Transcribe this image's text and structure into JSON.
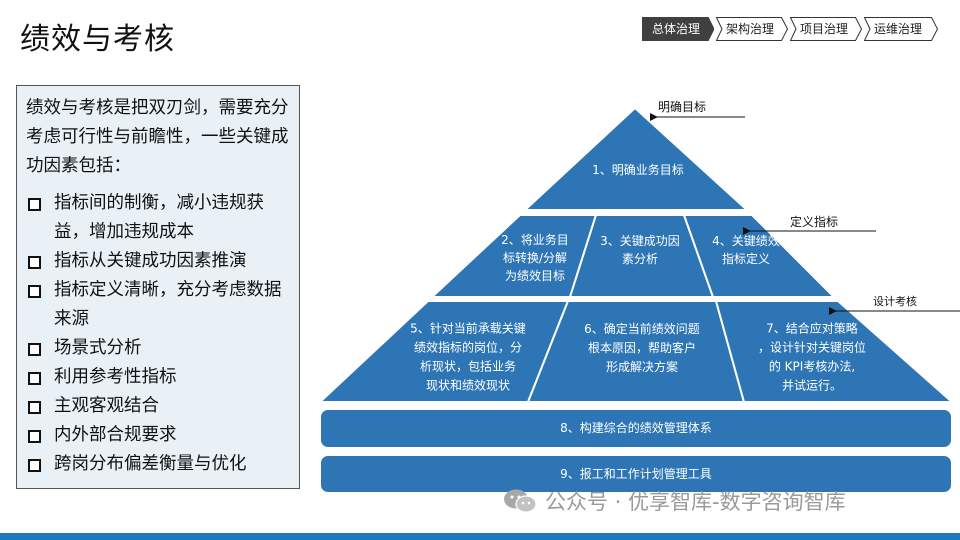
{
  "page": {
    "title": "绩效与考核"
  },
  "nav": {
    "tabs": [
      {
        "label": "总体治理",
        "active": true
      },
      {
        "label": "架构治理",
        "active": false
      },
      {
        "label": "项目治理",
        "active": false
      },
      {
        "label": "运维治理",
        "active": false
      }
    ]
  },
  "panel": {
    "intro": "绩效与考核是把双刃剑，需要充分考虑可行性与前瞻性，一些关键成功因素包括：",
    "bullets": [
      "指标间的制衡，减小违规获益，增加违规成本",
      "指标从关键成功因素推演",
      "指标定义清晰，充分考虑数据来源",
      "场景式分析",
      "利用参考性指标",
      "主观客观结合",
      "内外部合规要求",
      "跨岗分布偏差衡量与优化"
    ]
  },
  "pyramid": {
    "annotations": [
      "明确目标",
      "定义指标",
      "设计考核"
    ],
    "tier1": [
      "1、明确业务目标"
    ],
    "tier2": [
      [
        "2、将业务目",
        "标转换/分解",
        "为绩效目标"
      ],
      [
        "3、关键成功因",
        "素分析"
      ],
      [
        "4、关键绩效",
        "指标定义"
      ]
    ],
    "tier3": [
      [
        "5、针对当前承载关键",
        "绩效指标的岗位，分",
        "析现状，包括业务",
        "现状和绩效现状"
      ],
      [
        "6、确定当前绩效问题",
        "根本原因，帮助客户",
        "形成解决方案"
      ],
      [
        "7、结合应对策略",
        "，设计针对关键岗位",
        "的 KPI考核办法,",
        "并试运行。"
      ]
    ],
    "bars": [
      "8、构建综合的绩效管理体系",
      "9、报工和工作计划管理工具"
    ]
  },
  "watermark": {
    "text": "公众号 · 优享智库-数字咨询智库"
  },
  "colors": {
    "pyramid_fill": "#2e75b6",
    "pyramid_text": "#ffffff",
    "panel_bg": "#e9f1f6",
    "active_tab": "#404040",
    "footer": "#1f77c0",
    "watermark": "#9a9a9a"
  }
}
